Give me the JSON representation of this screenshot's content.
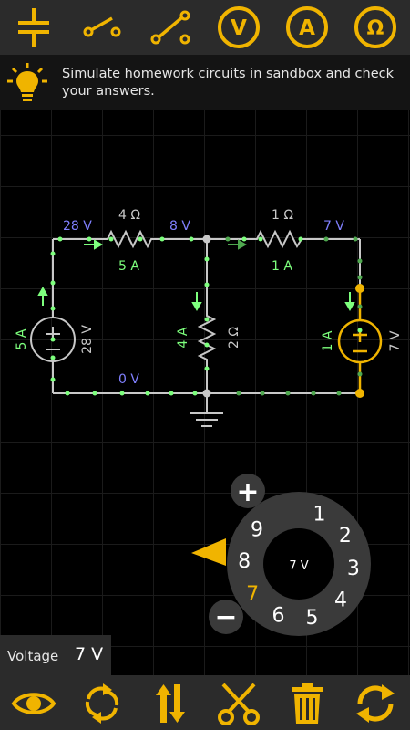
{
  "colors": {
    "accent": "#f0b400",
    "wire": "#c8c8c8",
    "current_dot": "#7dff7d",
    "voltage_label": "#8080ff",
    "current_label": "#7dff7d",
    "bar_bg": "#2b2b2b"
  },
  "toolbar": {
    "tools": [
      {
        "icon": "capacitor-icon"
      },
      {
        "icon": "switch-open-icon"
      },
      {
        "icon": "switch-closed-icon"
      },
      {
        "icon": "voltmeter-icon",
        "label": "V"
      },
      {
        "icon": "ammeter-icon",
        "label": "A"
      },
      {
        "icon": "ohmmeter-icon",
        "label": "Ω"
      }
    ]
  },
  "tip": {
    "icon": "lightbulb-icon",
    "text": "Simulate homework circuits in sandbox and check your answers."
  },
  "circuit": {
    "node_voltages": {
      "top_left": "28 V",
      "top_middle": "8 V",
      "top_right": "7 V",
      "bottom": "0 V"
    },
    "resistor_top_left": {
      "value": "4 Ω",
      "current": "5 A"
    },
    "resistor_top_right": {
      "value": "1 Ω",
      "current": "1 A"
    },
    "resistor_middle": {
      "value": "2 Ω",
      "current": "4 A"
    },
    "source_left": {
      "voltage": "28 V",
      "current": "5 A"
    },
    "source_right": {
      "voltage": "7 V",
      "current": "1 A"
    }
  },
  "dial": {
    "numbers": [
      "1",
      "2",
      "3",
      "4",
      "5",
      "6",
      "7",
      "8",
      "9"
    ],
    "selected": "7",
    "center_value": "7 V",
    "plus_label": "+",
    "minus_label": "−"
  },
  "value_box": {
    "label": "Voltage",
    "value": "7 V"
  },
  "bottom_toolbar": {
    "tools": [
      {
        "icon": "eye-icon"
      },
      {
        "icon": "rotate-arrows-icon"
      },
      {
        "icon": "flip-arrows-icon"
      },
      {
        "icon": "cut-icon"
      },
      {
        "icon": "trash-icon"
      },
      {
        "icon": "refresh-icon"
      }
    ]
  }
}
